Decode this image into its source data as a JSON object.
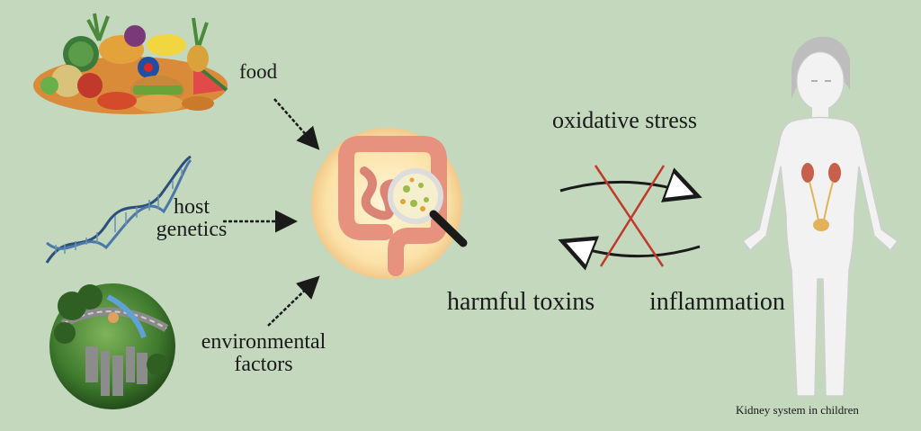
{
  "labels": {
    "food": "food",
    "host_genetics_line1": "host",
    "host_genetics_line2": "genetics",
    "environmental_line1": "environmental",
    "environmental_line2": "factors",
    "oxidative_stress": "oxidative stress",
    "harmful_toxins": "harmful toxins",
    "inflammation": "inflammation",
    "kidney_caption": "Kidney system in children"
  },
  "colors": {
    "background": "#c3d8bd",
    "arrow": "#1a1a1a",
    "cross": "#c0392b",
    "gut_glow": "#fbe7b0",
    "intestine": "#e79a8a",
    "body": "#f2f2f2",
    "kidney": "#c7604b",
    "dna": "#2c4f7c"
  },
  "icons": [
    "food-pile-icon",
    "dna-helix-icon",
    "earth-globe-icon",
    "intestine-magnifier-icon",
    "child-body-icon"
  ]
}
